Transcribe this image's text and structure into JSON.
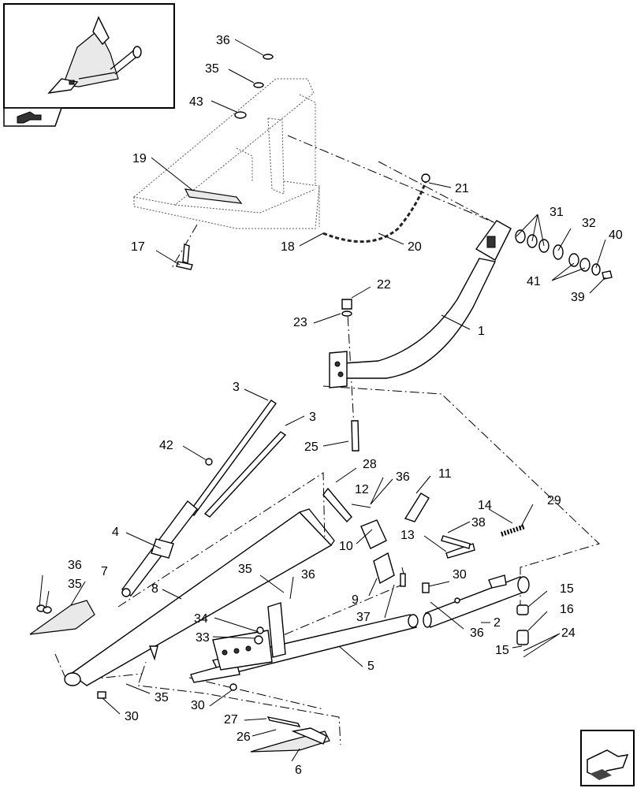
{
  "callouts": [
    {
      "id": "c36a",
      "text": "36"
    },
    {
      "id": "c35a",
      "text": "35"
    },
    {
      "id": "c43",
      "text": "43"
    },
    {
      "id": "c19",
      "text": "19"
    },
    {
      "id": "c21",
      "text": "21"
    },
    {
      "id": "c31",
      "text": "31"
    },
    {
      "id": "c32",
      "text": "32"
    },
    {
      "id": "c40",
      "text": "40"
    },
    {
      "id": "c17",
      "text": "17"
    },
    {
      "id": "c18",
      "text": "18"
    },
    {
      "id": "c20",
      "text": "20"
    },
    {
      "id": "c41",
      "text": "41"
    },
    {
      "id": "c39",
      "text": "39"
    },
    {
      "id": "c22",
      "text": "22"
    },
    {
      "id": "c23",
      "text": "23"
    },
    {
      "id": "c1",
      "text": "1"
    },
    {
      "id": "c3a",
      "text": "3"
    },
    {
      "id": "c3b",
      "text": "3"
    },
    {
      "id": "c25",
      "text": "25"
    },
    {
      "id": "c42",
      "text": "42"
    },
    {
      "id": "c28",
      "text": "28"
    },
    {
      "id": "c11",
      "text": "11"
    },
    {
      "id": "c36b",
      "text": "36"
    },
    {
      "id": "c12",
      "text": "12"
    },
    {
      "id": "c14",
      "text": "14"
    },
    {
      "id": "c29",
      "text": "29"
    },
    {
      "id": "c38",
      "text": "38"
    },
    {
      "id": "c4",
      "text": "4"
    },
    {
      "id": "c10",
      "text": "10"
    },
    {
      "id": "c13",
      "text": "13"
    },
    {
      "id": "c36c",
      "text": "36"
    },
    {
      "id": "c7",
      "text": "7"
    },
    {
      "id": "c35b",
      "text": "35"
    },
    {
      "id": "c8",
      "text": "8"
    },
    {
      "id": "c35c",
      "text": "35"
    },
    {
      "id": "c36d",
      "text": "36"
    },
    {
      "id": "c30a",
      "text": "30"
    },
    {
      "id": "c9",
      "text": "9"
    },
    {
      "id": "c15a",
      "text": "15"
    },
    {
      "id": "c2",
      "text": "2"
    },
    {
      "id": "c16",
      "text": "16"
    },
    {
      "id": "c34",
      "text": "34"
    },
    {
      "id": "c37",
      "text": "37"
    },
    {
      "id": "c36e",
      "text": "36"
    },
    {
      "id": "c33",
      "text": "33"
    },
    {
      "id": "c24",
      "text": "24"
    },
    {
      "id": "c15b",
      "text": "15"
    },
    {
      "id": "c5",
      "text": "5"
    },
    {
      "id": "c35d",
      "text": "35"
    },
    {
      "id": "c30b",
      "text": "30"
    },
    {
      "id": "c30c",
      "text": "30"
    },
    {
      "id": "c27",
      "text": "27"
    },
    {
      "id": "c26",
      "text": "26"
    },
    {
      "id": "c6",
      "text": "6"
    }
  ]
}
